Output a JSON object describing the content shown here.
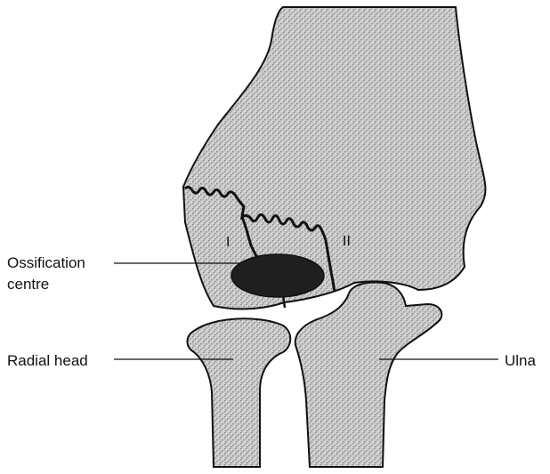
{
  "labels": {
    "ossification_line1": "Ossification",
    "ossification_line2": "centre",
    "radial_head": "Radial head",
    "ulna": "Ulna",
    "zone_one": "I",
    "zone_two": "II"
  },
  "colors": {
    "bone_fill": "#c9c9c9",
    "bone_stipple": "#8a8a8a",
    "outline": "#111111",
    "ossification_centre": "#1f1f1f",
    "background": "#ffffff"
  }
}
